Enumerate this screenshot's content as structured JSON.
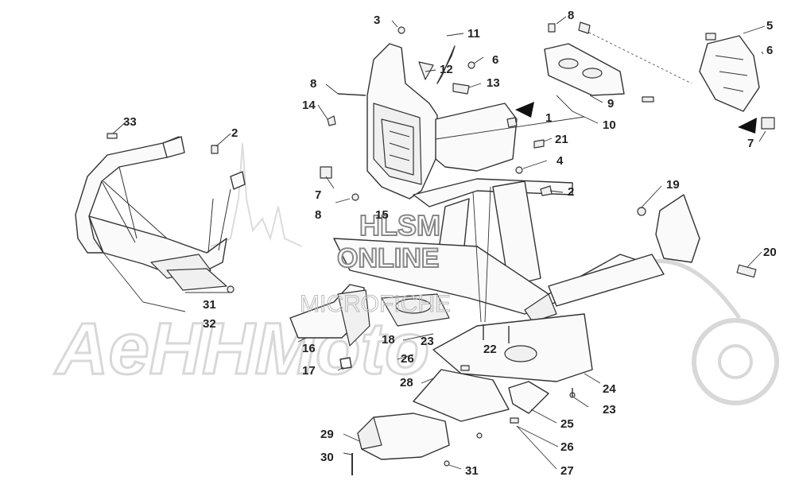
{
  "watermark": {
    "line1": "HLSM",
    "line2": "ONLINE",
    "line3": "MICROFICHE",
    "brand": "AeHHMoto"
  },
  "callouts": [
    {
      "id": "c3a",
      "text": "3"
    },
    {
      "id": "c11",
      "text": "11"
    },
    {
      "id": "c8a",
      "text": "8"
    },
    {
      "id": "c5",
      "text": "5"
    },
    {
      "id": "c6a",
      "text": "6"
    },
    {
      "id": "c12",
      "text": "12"
    },
    {
      "id": "c6b",
      "text": "6"
    },
    {
      "id": "c8b",
      "text": "8"
    },
    {
      "id": "c13",
      "text": "13"
    },
    {
      "id": "c9",
      "text": "9"
    },
    {
      "id": "c14",
      "text": "14"
    },
    {
      "id": "c10",
      "text": "10"
    },
    {
      "id": "c1",
      "text": "1"
    },
    {
      "id": "c33",
      "text": "33"
    },
    {
      "id": "c2a",
      "text": "2"
    },
    {
      "id": "c21",
      "text": "21"
    },
    {
      "id": "c7a",
      "text": "7"
    },
    {
      "id": "c4",
      "text": "4"
    },
    {
      "id": "c7b",
      "text": "7"
    },
    {
      "id": "c2b",
      "text": "2"
    },
    {
      "id": "c19",
      "text": "19"
    },
    {
      "id": "c8c",
      "text": "8"
    },
    {
      "id": "c15",
      "text": "15"
    },
    {
      "id": "c20",
      "text": "20"
    },
    {
      "id": "c31a",
      "text": "31"
    },
    {
      "id": "c32",
      "text": "32"
    },
    {
      "id": "c23a",
      "text": "23"
    },
    {
      "id": "c22",
      "text": "22"
    },
    {
      "id": "c18",
      "text": "18"
    },
    {
      "id": "c16",
      "text": "16"
    },
    {
      "id": "c26a",
      "text": "26"
    },
    {
      "id": "c17",
      "text": "17"
    },
    {
      "id": "c28",
      "text": "28"
    },
    {
      "id": "c24",
      "text": "24"
    },
    {
      "id": "c23b",
      "text": "23"
    },
    {
      "id": "c25",
      "text": "25"
    },
    {
      "id": "c29",
      "text": "29"
    },
    {
      "id": "c26b",
      "text": "26"
    },
    {
      "id": "c30",
      "text": "30"
    },
    {
      "id": "c31b",
      "text": "31"
    },
    {
      "id": "c27",
      "text": "27"
    }
  ]
}
